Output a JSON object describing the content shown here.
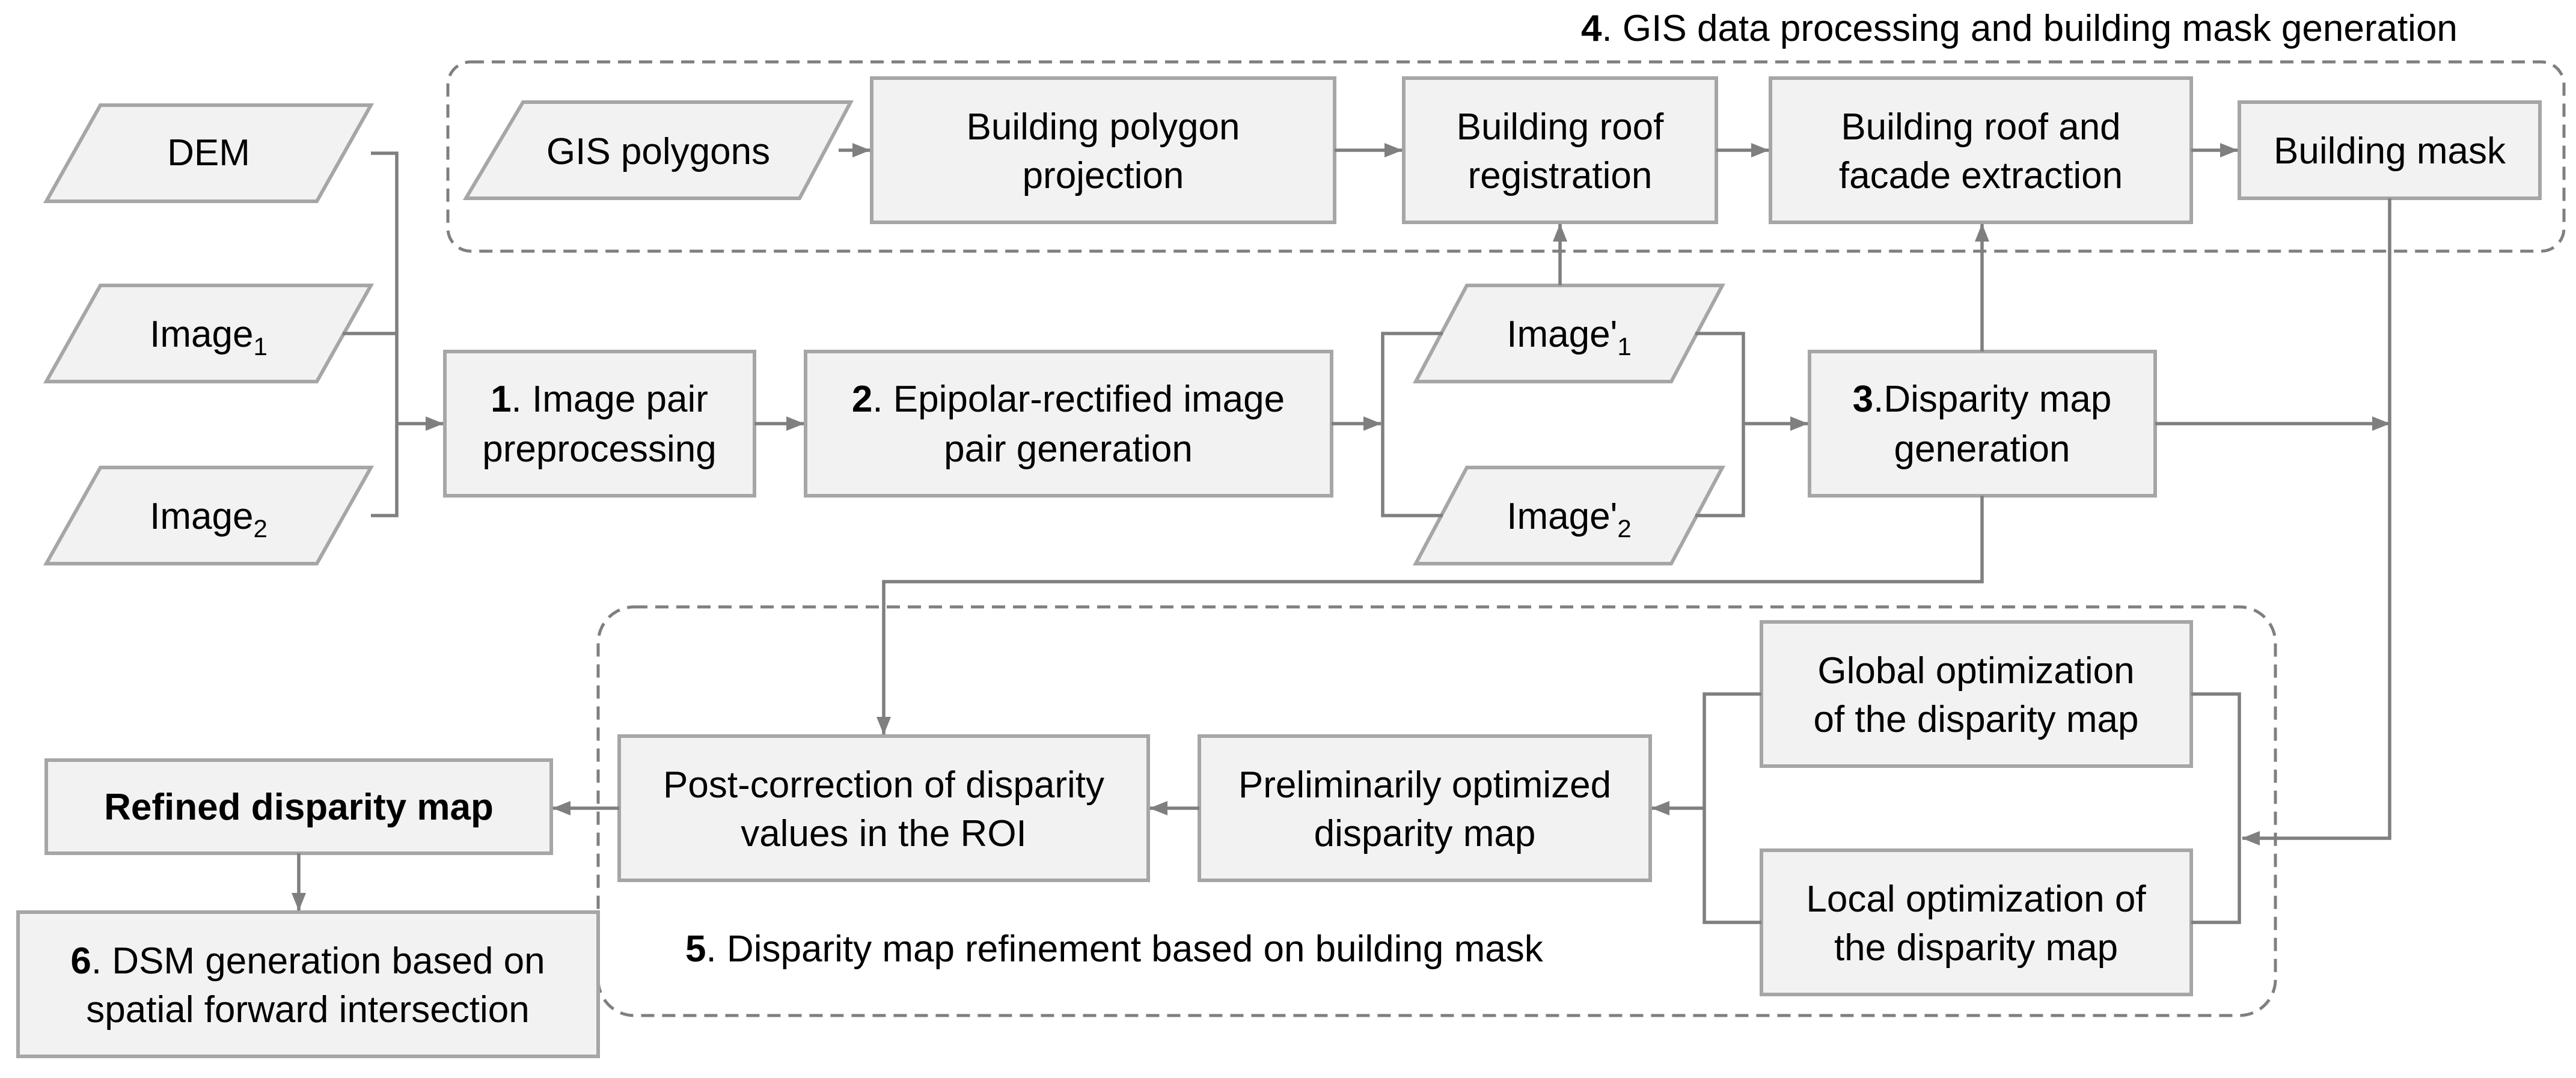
{
  "colors": {
    "box_fill": "#f2f2f2",
    "box_border": "#a6a6a6",
    "connector": "#7f7f7f",
    "group_border": "#7f7f7f"
  },
  "inputs": {
    "dem": "DEM",
    "image1": {
      "base": "Image",
      "sub": "1"
    },
    "image2": {
      "base": "Image",
      "sub": "2"
    },
    "gis_polygons": "GIS polygons",
    "rect_image1": {
      "base": "Image'",
      "sub": "1"
    },
    "rect_image2": {
      "base": "Image'",
      "sub": "2"
    }
  },
  "groups": {
    "gis": {
      "num": "4",
      "text": ". GIS data processing and building mask generation"
    },
    "refine": {
      "num": "5",
      "text": ". Disparity map refinement based on building mask"
    }
  },
  "steps": {
    "preprocess": {
      "num": "1",
      "line1": ". Image pair",
      "line2": "preprocessing"
    },
    "epipolar": {
      "num": "2",
      "line1": ". Epipolar-rectified image",
      "line2": "pair generation"
    },
    "disparity": {
      "num": "3",
      "line1": ".Disparity map",
      "line2": "generation"
    },
    "dsm": {
      "num": "6",
      "line1": ". DSM generation based on",
      "line2": "spatial forward intersection"
    }
  },
  "boxes": {
    "polygon_projection": [
      "Building polygon",
      "projection"
    ],
    "roof_registration": [
      "Building roof",
      "registration"
    ],
    "roof_facade": [
      "Building roof and",
      "facade extraction"
    ],
    "building_mask": "Building mask",
    "global_opt": [
      "Global optimization",
      "of the disparity map"
    ],
    "local_opt": [
      "Local optimization of",
      "the disparity map"
    ],
    "prelim_opt": [
      "Preliminarily optimized",
      "disparity map"
    ],
    "post_correction": [
      "Post-correction of disparity",
      "values in the ROI"
    ],
    "refined": "Refined disparity map"
  }
}
